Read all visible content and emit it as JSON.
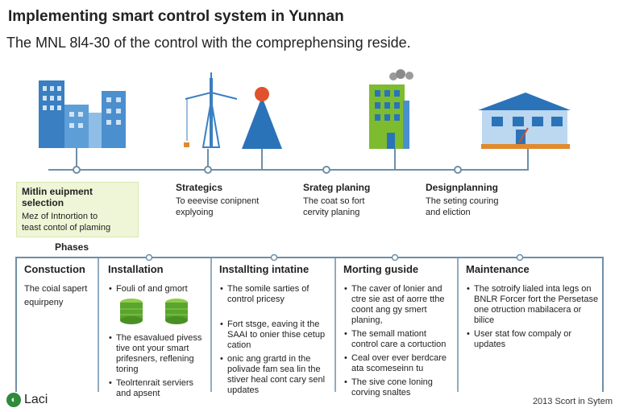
{
  "header": {
    "title": "Implementing smart control system in Yunnan",
    "subtitle": "The MNL 8l4-30 of the control with the comprephensing reside."
  },
  "stages": [
    {
      "title": "Mitlin euipment selection",
      "lines": [
        "Mez of Intnortion to",
        "teast contol of plaming"
      ]
    },
    {
      "title": "Strategics",
      "lines": [
        "To eeevise conipnent",
        "explyoing"
      ]
    },
    {
      "title": "Srateg planing",
      "lines": [
        "The coat so fort",
        "cervity planing"
      ]
    },
    {
      "title": "Designplanning",
      "lines": [
        "The seting couring",
        "and eliction"
      ]
    }
  ],
  "phases_label": "Phases",
  "phases": [
    {
      "title": "Constuction",
      "plain": [
        "The coial sapert",
        "equirpeny"
      ],
      "bullets": []
    },
    {
      "title": "Installation",
      "bullets": [
        "Fouli of and gmort",
        "The esavalued pivess tive ont your smart prifesners, reflening toring",
        "Teolrtenrait serviers and apsent"
      ]
    },
    {
      "title": "Installting intatine",
      "bullets": [
        "The somile sarties of control pricesy",
        "Fort stsge, eaving it the SAAI to onier thise cetup cation",
        "onic ang grartd in the polivade fam sea lin the stiver heal cont cary senl updates"
      ]
    },
    {
      "title": "Morting guside",
      "bullets": [
        "The caver of lonier and ctre sie ast of aorre tthe coont ang gy smert planing,",
        "The semall mationt control care a cortuction",
        "Ceal over ever berdcare ata scomeseinn tu",
        "The sive cone loning corving snaltes"
      ]
    },
    {
      "title": "Maintenance",
      "bullets": [
        "The sotroify lialed inta legs on BNLR Forcer fort the Persetase one otruction mabilacera or bilice",
        "User stat fow compaly or updates"
      ]
    }
  ],
  "footer": {
    "logo_text": "Laci",
    "right_text": "2013 Scort in Sytem"
  },
  "colors": {
    "blue_building": "#3a7fc1",
    "green_building": "#7dbb2f",
    "line": "#6e8fa8",
    "highlight": "#eef6d7"
  }
}
